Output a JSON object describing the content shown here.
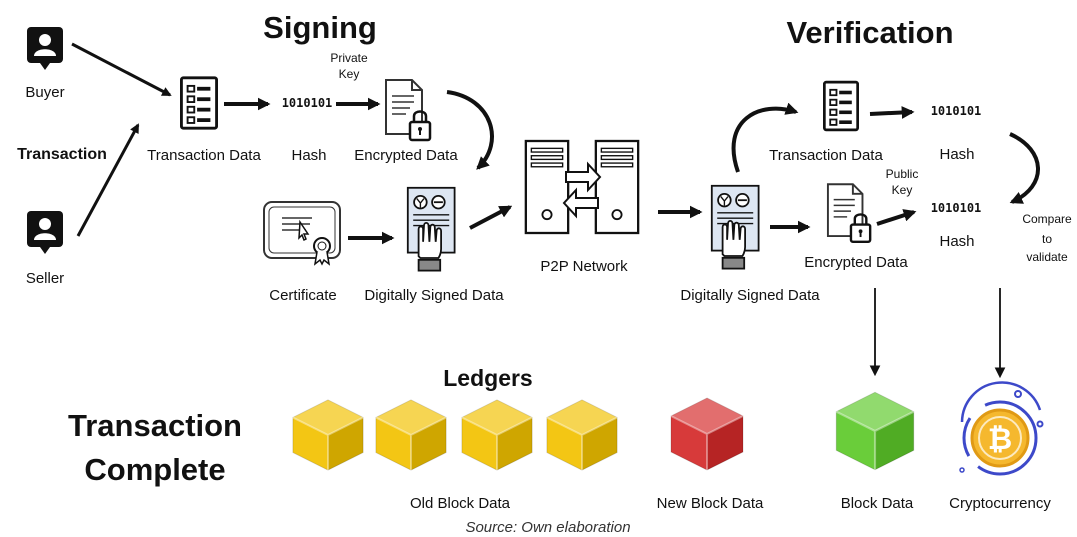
{
  "titles": {
    "signing": "Signing",
    "verification": "Verification",
    "ledgers": "Ledgers",
    "complete_line1": "Transaction",
    "complete_line2": "Complete"
  },
  "labels": {
    "buyer": "Buyer",
    "seller": "Seller",
    "transaction": "Transaction",
    "transaction_data": "Transaction Data",
    "hash": "Hash",
    "private_key_line1": "Private",
    "private_key_line2": "Key",
    "encrypted_data": "Encrypted Data",
    "certificate": "Certificate",
    "digitally_signed_data": "Digitally Signed Data",
    "p2p_network": "P2P Network",
    "digitally_signed_data_2": "Digitally Signed Data",
    "transaction_data_2": "Transaction Data",
    "hash_2": "Hash",
    "public_key_line1": "Public",
    "public_key_line2": "Key",
    "encrypted_data_2": "Encrypted Data",
    "hash_3": "Hash",
    "compare_line1": "Compare",
    "compare_line2": "to",
    "compare_line3": "validate",
    "old_block_data": "Old Block Data",
    "new_block_data": "New Block Data",
    "block_data": "Block Data",
    "cryptocurrency": "Cryptocurrency"
  },
  "binary": {
    "signing_hash": "1010101",
    "verify_hash_1": "1010101",
    "verify_hash_2": "1010101"
  },
  "source": "Source: Own elaboration",
  "colors": {
    "old_block": "#f2c200",
    "new_block": "#d42a2a",
    "verified_block": "#5ec92a",
    "coin": "#f5b82e",
    "coin_ring": "#3d49c9"
  },
  "icons": {
    "person": "person-badge-icon",
    "document": "document-list-icon",
    "encrypted": "document-lock-icon",
    "certificate": "certificate-icon",
    "signed": "signed-document-hand-icon",
    "server": "server-icon",
    "cube": "block-cube-icon",
    "coin": "bitcoin-icon"
  }
}
